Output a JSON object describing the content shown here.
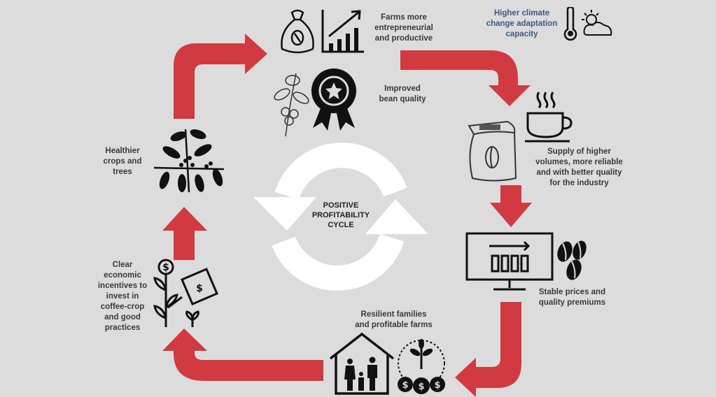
{
  "colors": {
    "arrow": "#d13a41",
    "background": "#dcdcdc",
    "text": "#3a3a3a",
    "climate_text": "#3d5a80"
  },
  "center": {
    "line1": "POSITIVE",
    "line2": "PROFITABILITY",
    "line3": "CYCLE"
  },
  "steps": {
    "farms": [
      "Farms more",
      "entrepreneurial",
      "and productive"
    ],
    "climate": [
      "Higher climate",
      "change adaptation",
      "capacity"
    ],
    "quality": [
      "Improved",
      "bean quality"
    ],
    "supply": [
      "Supply of higher",
      "volumes, more reliable",
      "and with better quality",
      "for the industry"
    ],
    "prices": [
      "Stable prices and",
      "quality premiums"
    ],
    "families": [
      "Resilient families",
      "and profitable farms"
    ],
    "incentives": [
      "Clear",
      "economic",
      "incentives to",
      "invest in",
      "coffee-crop",
      "and good",
      "practices"
    ],
    "crops": [
      "Healthier",
      "crops and",
      "trees"
    ]
  },
  "icons": [
    "coffee-sack-icon",
    "growth-chart-icon",
    "thermometer-icon",
    "sun-cloud-icon",
    "coffee-branch-icon",
    "award-badge-icon",
    "coffee-cup-icon",
    "bean-bag-icon",
    "monitor-chart-icon",
    "coffee-beans-icon",
    "family-house-icon",
    "money-plant-icon",
    "watering-can-icon",
    "coffee-plant-icon"
  ]
}
